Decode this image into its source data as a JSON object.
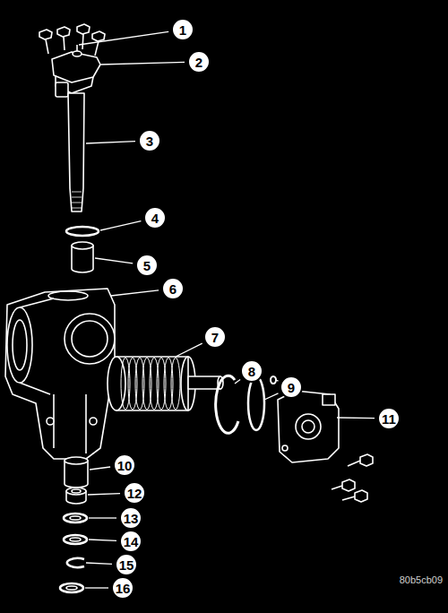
{
  "diagram": {
    "labels": [
      "1",
      "2",
      "3",
      "4",
      "5",
      "6",
      "7",
      "8",
      "9",
      "10",
      "11",
      "12",
      "13",
      "14",
      "15",
      "16",
      "80b5cb09"
    ]
  }
}
